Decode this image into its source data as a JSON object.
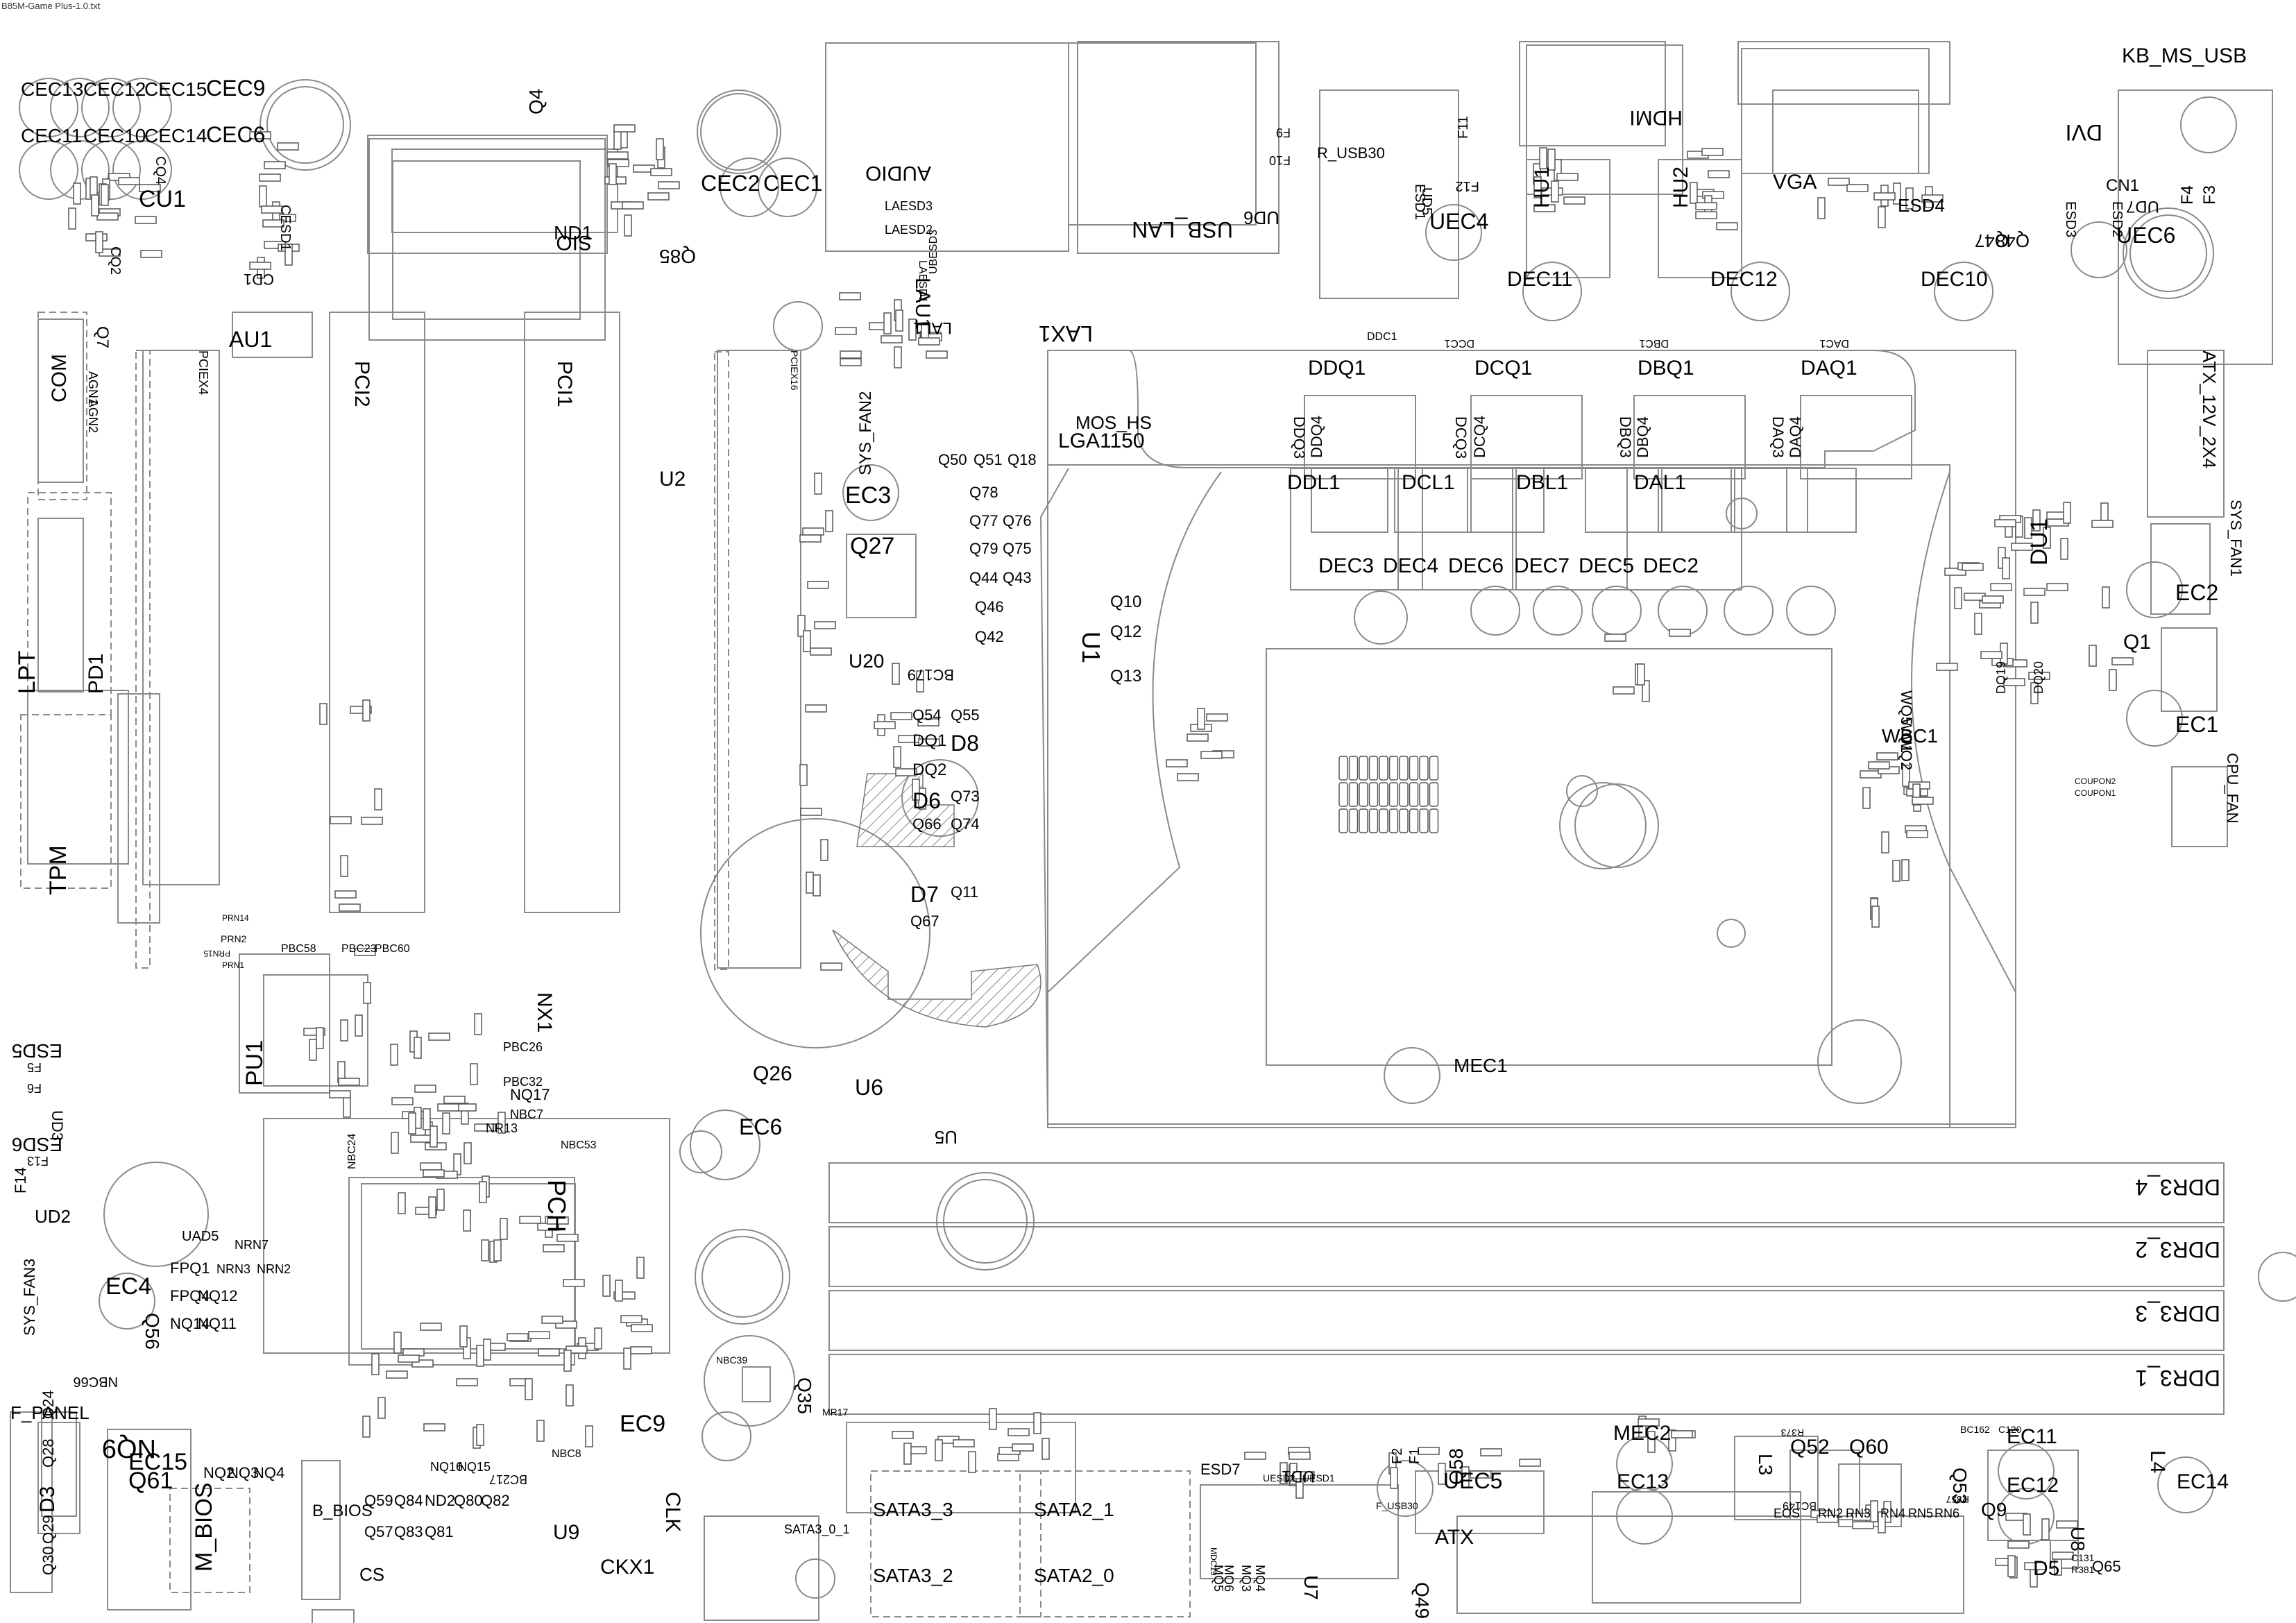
{
  "window": {
    "title": "B85M-Game Plus-1.0.txt"
  },
  "board": {
    "outline_color": "#8a8a8a",
    "label_color": "#000000"
  },
  "components": [
    "CEC13",
    "CEC12",
    "CEC15",
    "CEC9",
    "CEC11",
    "CEC10",
    "CEC14",
    "CEC6",
    "CU1",
    "CQ4",
    "CQ2",
    "CESD1",
    "CD1",
    "SIO",
    "ND1",
    "Q4",
    "Q85",
    "CEC2",
    "CEC1",
    "AUDIO",
    "USB_LAN",
    "R_USB30",
    "UD6",
    "ESD1",
    "UD5",
    "UEC4",
    "F11",
    "F12",
    "F9",
    "F10",
    "HDMI",
    "HU1",
    "HU2",
    "VGA",
    "DVI",
    "ESD4",
    "ESD3",
    "Q48",
    "Q47",
    "KB_MS_USB",
    "CN1",
    "ESD2",
    "UD7",
    "F4",
    "F3",
    "UEC6",
    "LAU1",
    "LAL1",
    "LAX1",
    "LAESD3",
    "LAESD2",
    "LAESD1",
    "UBESD3",
    "DEC11",
    "DEC12",
    "DEC10",
    "DDC1",
    "DCC1",
    "DBC1",
    "DAC1",
    "DDQ1",
    "DCQ1",
    "DBQ1",
    "DAQ1",
    "DDQ3",
    "DDQ4",
    "DCQ3",
    "DCQ4",
    "DBQ3",
    "DBQ4",
    "DAQ3",
    "DAQ4",
    "DDL1",
    "DCL1",
    "DBL1",
    "DAL1",
    "DEC3",
    "DEC4",
    "DEC6",
    "DEC7",
    "DEC5",
    "DEC2",
    "ATX_12V_2X4",
    "SYS_FAN1",
    "EC2",
    "Q1",
    "EC1",
    "CPU_FAN",
    "DU1",
    "DQ19",
    "DQ20",
    "COUPON2",
    "COUPON1",
    "COM",
    "Q7",
    "AGN1",
    "AGN2",
    "AU1",
    "PCI2",
    "PCI1",
    "PCIEX4",
    "PCIEX16",
    "U2",
    "LPT",
    "PD1",
    "TPM",
    "SYS_FAN2",
    "EC3",
    "Q27",
    "U20",
    "Q50",
    "Q51",
    "Q18",
    "MOS_HS",
    "LGA1150",
    "Q78",
    "Q77",
    "Q76",
    "Q79",
    "Q75",
    "Q44",
    "Q43",
    "Q46",
    "Q42",
    "BC179",
    "U1",
    "Q10",
    "Q12",
    "Q13",
    "Q54",
    "Q55",
    "DQ1",
    "D8",
    "DQ2",
    "D6",
    "Q73",
    "Q66",
    "Q74",
    "D7",
    "Q11",
    "Q67",
    "WBC1",
    "WQ5",
    "WQ1",
    "WQ2",
    "MEC1",
    "PU1",
    "NX1",
    "NQ17",
    "NBC7",
    "PBC26",
    "PBC32",
    "PBC58",
    "PBC23",
    "PBC60",
    "PRN14",
    "PRN2",
    "PRN1",
    "PRN15",
    "ESD5",
    "F5",
    "F6",
    "UD3",
    "ESD6",
    "F13",
    "F14",
    "UD2",
    "UAD5",
    "Q26",
    "U6",
    "EC6",
    "U5",
    "PCH",
    "NR13",
    "NBC53",
    "NBC24",
    "SYS_FAN3",
    "EC4",
    "FPQ1",
    "FPQ4",
    "NQ12",
    "NQ14",
    "NQ11",
    "NRN7",
    "NRN3",
    "NRN2",
    "Q56",
    "NBC66",
    "DDR3_4",
    "DDR3_2",
    "DDR3_3",
    "DDR3_1",
    "F_PANEL",
    "Q24",
    "NQ9",
    "EC15",
    "Q28",
    "D3",
    "Q61",
    "Q29",
    "Q30",
    "NQ2",
    "NQ3",
    "NQ4",
    "M_BIOS",
    "B_BIOS",
    "CS",
    "Q59",
    "Q84",
    "ND2",
    "Q80",
    "Q82",
    "Q57",
    "Q83",
    "Q81",
    "NQ16",
    "NQ15",
    "U9",
    "CLK",
    "CKX1",
    "EC9",
    "NBC39",
    "Q35",
    "NBC8",
    "BC217",
    "SATA3_0_1",
    "SATA3_3",
    "SATA2_1",
    "SATA3_2",
    "SATA2_0",
    "ESD7",
    "UESD2",
    "UESD1",
    "UD1",
    "F2",
    "F1",
    "F_USB30",
    "MQ5",
    "MQ6",
    "MQ3",
    "MQ4",
    "MDC19",
    "U7",
    "Q49",
    "ATX",
    "UEC5",
    "Q58",
    "MEC2",
    "EC13",
    "L3",
    "Q52",
    "Q60",
    "Q53",
    "BC162",
    "C120",
    "EC11",
    "EC12",
    "L4",
    "EC14",
    "Q9",
    "U8",
    "D5",
    "C131",
    "R381",
    "Q65",
    "EOS",
    "RN2",
    "RN3",
    "RN4",
    "RN5",
    "RN6",
    "BC149",
    "R357",
    "R373",
    "MR17"
  ]
}
